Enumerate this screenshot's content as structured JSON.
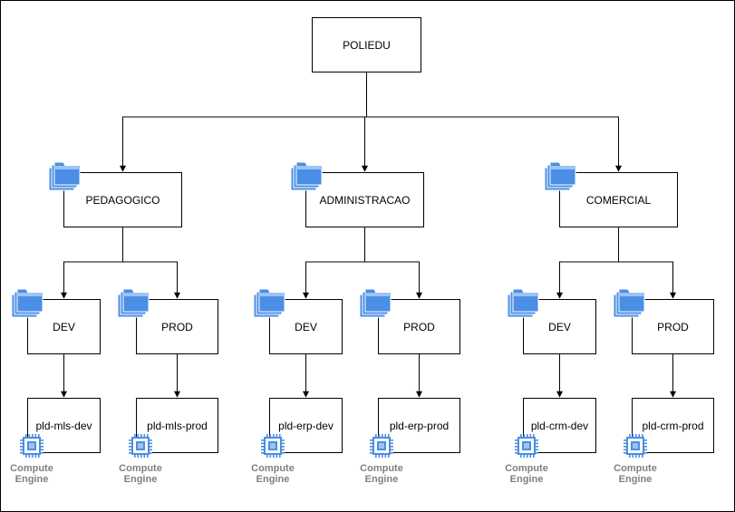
{
  "root": {
    "label": "POLIEDU"
  },
  "departments": [
    {
      "key": "pedagogico",
      "label": "PEDAGOGICO",
      "envs": [
        {
          "key": "dev",
          "label": "DEV",
          "vm": {
            "label": "pld-mls-dev",
            "service": "Compute Engine"
          }
        },
        {
          "key": "prod",
          "label": "PROD",
          "vm": {
            "label": "pld-mls-prod",
            "service": "Compute Engine"
          }
        }
      ]
    },
    {
      "key": "administracao",
      "label": "ADMINISTRACAO",
      "envs": [
        {
          "key": "dev",
          "label": "DEV",
          "vm": {
            "label": "pld-erp-dev",
            "service": "Compute Engine"
          }
        },
        {
          "key": "prod",
          "label": "PROD",
          "vm": {
            "label": "pld-erp-prod",
            "service": "Compute Engine"
          }
        }
      ]
    },
    {
      "key": "comercial",
      "label": "COMERCIAL",
      "envs": [
        {
          "key": "dev",
          "label": "DEV",
          "vm": {
            "label": "pld-crm-dev",
            "service": "Compute Engine"
          }
        },
        {
          "key": "prod",
          "label": "PROD",
          "vm": {
            "label": "pld-crm-prod",
            "service": "Compute Engine"
          }
        }
      ]
    }
  ],
  "colors": {
    "folder": "#4a8ee6",
    "folder_light": "#9dc3f5",
    "chip": "#4a8ee6",
    "line": "#000000"
  },
  "icons": {
    "folder": "folder-stack-icon",
    "compute": "compute-engine-icon"
  }
}
